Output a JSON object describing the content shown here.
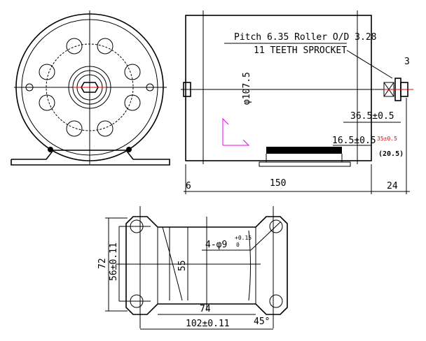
{
  "side_view": {
    "sprocket_line1": "Pitch 6.35 Roller O/D 3.28",
    "sprocket_line2": "11 TEETH SPROCKET",
    "diameter": "φ107.5",
    "dim_36": "36.5±0.5",
    "dim_16": "16.5±0.5",
    "dim_red": "35±0.5",
    "dim_20": "(20.5)",
    "dim_3": "3",
    "dim_6": "6",
    "dim_150": "150",
    "dim_24": "24"
  },
  "base_view": {
    "dim_72": "72",
    "dim_56": "56±0.11",
    "dim_55": "55",
    "holes": "4-φ9",
    "holes_tol": "+0.15",
    "holes_tol2": "0",
    "dim_74": "74",
    "dim_102": "102±0.11",
    "angle": "45°"
  },
  "colors": {
    "line": "#000000",
    "center": "#e00000",
    "axis": "#e000e0"
  }
}
